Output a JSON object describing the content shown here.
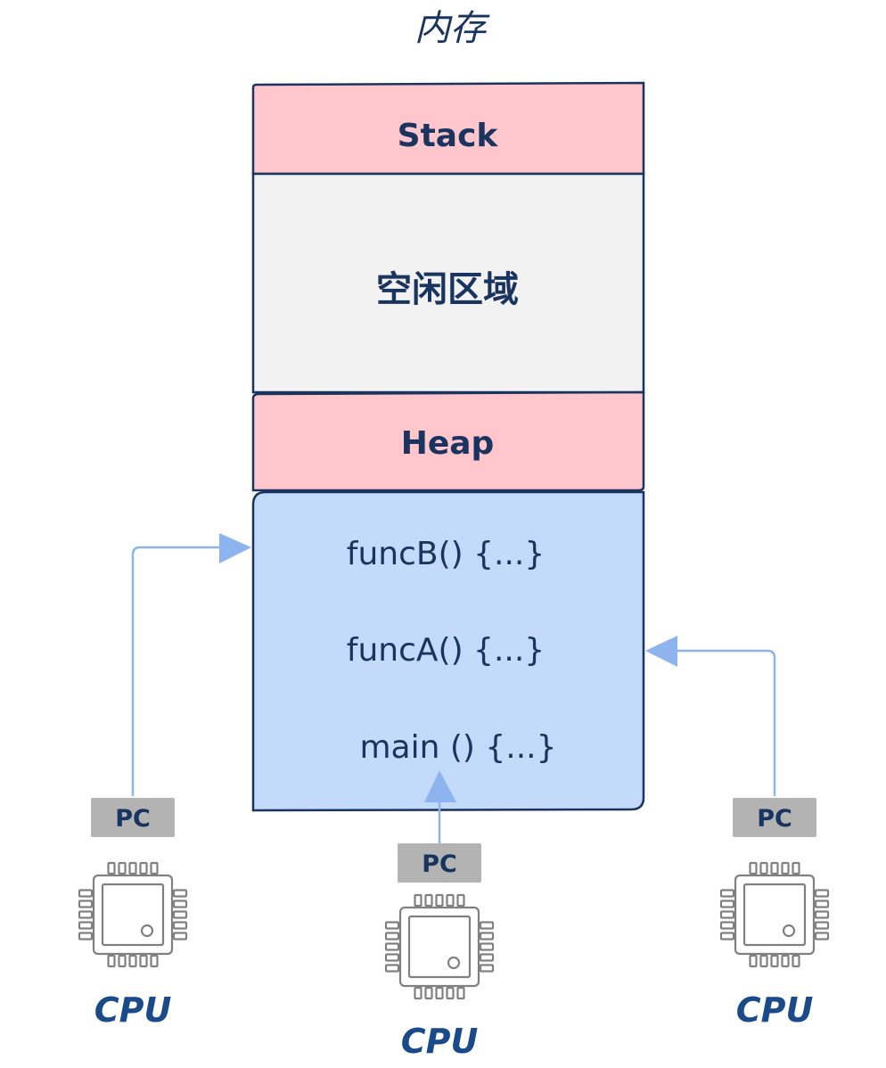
{
  "title": "内存",
  "memory": {
    "stack_label": "Stack",
    "free_label": "空闲区域",
    "heap_label": "Heap",
    "code_lines": [
      "funcB() {...}",
      "funcA() {...}",
      "main () {...}"
    ]
  },
  "cpus": [
    {
      "pc_label": "PC",
      "cpu_label": "CPU"
    },
    {
      "pc_label": "PC",
      "cpu_label": "CPU"
    },
    {
      "pc_label": "PC",
      "cpu_label": "CPU"
    }
  ],
  "colors": {
    "stack_fill": "#ffc6cb",
    "free_fill": "#f2f2f2",
    "heap_fill": "#ffc6cb",
    "code_fill": "#c3dafa",
    "outline": "#1a3460",
    "arrow": "#8db4ee",
    "pc_fill": "#b3b3b3",
    "chip": "#808080"
  }
}
